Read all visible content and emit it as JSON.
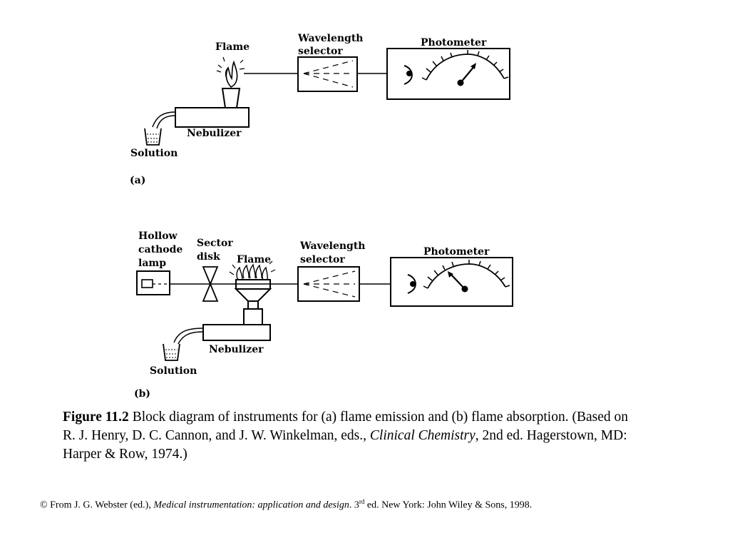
{
  "diagram": {
    "a": {
      "panel_label": "(a)",
      "flame": "Flame",
      "wavelength_selector": [
        "Wavelength",
        "selector"
      ],
      "photometer": "Photometer",
      "nebulizer": "Nebulizer",
      "solution": "Solution"
    },
    "b": {
      "panel_label": "(b)",
      "lamp": [
        "Hollow",
        "cathode",
        "lamp"
      ],
      "sector_disk": [
        "Sector",
        "disk"
      ],
      "flame": "Flame",
      "wavelength_selector": [
        "Wavelength",
        "selector"
      ],
      "photometer": "Photometer",
      "nebulizer": "Nebulizer",
      "solution": "Solution"
    }
  },
  "caption": {
    "figure_number": "Figure 11.2",
    "text_1": " Block diagram of instruments for (a) flame emission and (b) flame absorption. (Based on R. J. Henry, D. C. Cannon, and J. W. Winkelman, eds., ",
    "italic_1": "Clinical Chemistry",
    "text_2": ", 2nd ed. Hagerstown, MD: Harper & Row, 1974.)"
  },
  "credit": {
    "text_1": "© From J. G. Webster (ed.), ",
    "italic": "Medical instrumentation: application and design",
    "text_2": ". 3",
    "sup": "rd",
    "text_3": " ed. New York: John Wiley & Sons, 1998."
  }
}
